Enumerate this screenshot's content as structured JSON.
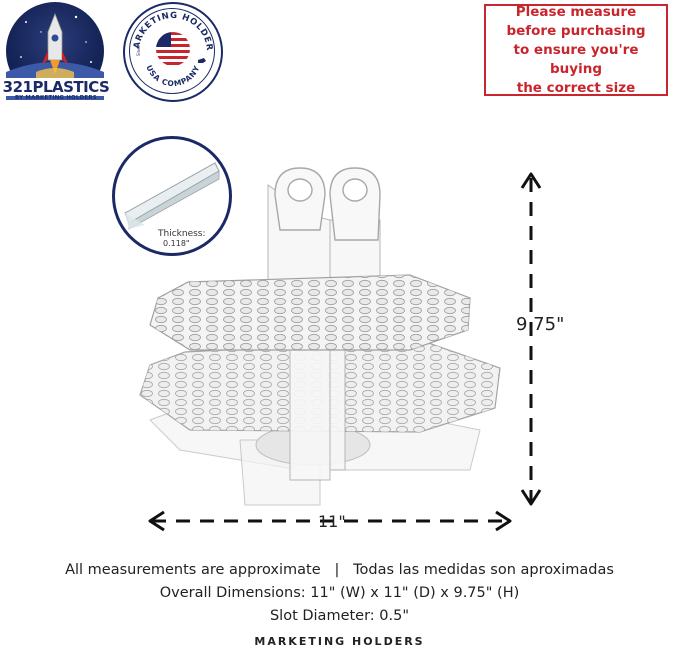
{
  "logos": {
    "brand_name": "321PLASTICS",
    "brand_sub": "BY MARKETING HOLDERS",
    "seal_top": "MARKETING HOLDERS",
    "seal_bottom": "USA COMPANY",
    "seal_side": "Since"
  },
  "notice": {
    "lines": [
      "Please measure",
      "before purchasing",
      "to ensure you're buying",
      "the correct size"
    ],
    "color": "#c9252c"
  },
  "inset": {
    "label": "Thickness:",
    "value": "0.118\""
  },
  "dimensions": {
    "height": "9.75\"",
    "width": "11\""
  },
  "captions": {
    "line1": "All measurements are approximate   |   Todas las medidas son aproximadas",
    "line2": "Overall Dimensions: 11\" (W) x 11\" (D) x 9.75\" (H)",
    "line3": "Slot Diameter: 0.5\"",
    "line4": "MARKETING HOLDERS"
  },
  "colors": {
    "navy": "#1b2a66",
    "red": "#c9252c"
  }
}
